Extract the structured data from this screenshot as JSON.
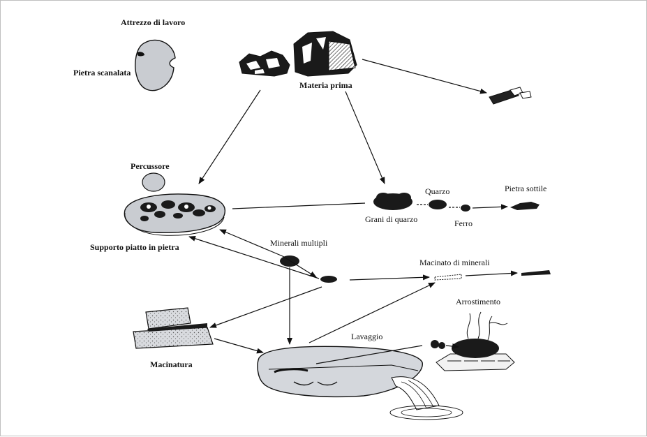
{
  "labels": {
    "tool": "Attrezzo di lavoro",
    "grooved_stone": "Pietra scanalata",
    "raw_material": "Materia prima",
    "hammer": "Percussore",
    "quartz_grains": "Grani di quarzo",
    "quartz": "Quarzo",
    "thin_stone": "Pietra sottile",
    "iron": "Ferro",
    "stone_slab": "Supporto piatto in pietra",
    "multiple_minerals": "Minerali multipli",
    "ground_minerals": "Macinato di minerali",
    "roasting": "Arrostimento",
    "washing": "Lavaggio",
    "grinding": "Macinatura"
  },
  "colors": {
    "ink": "#111111",
    "stone_fill": "#c9ccd1",
    "water_fill": "#d4d7dc",
    "rock_dark": "#1a1a1a"
  }
}
